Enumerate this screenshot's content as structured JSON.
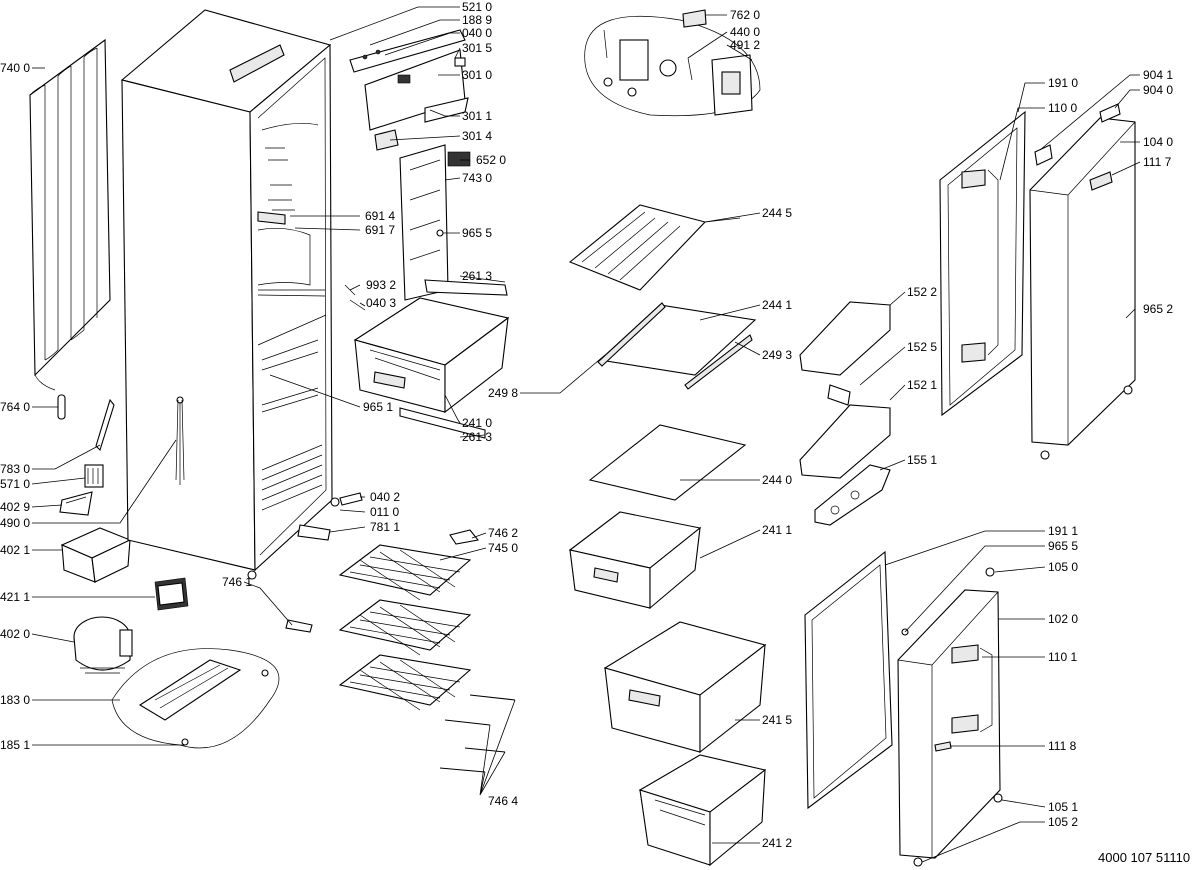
{
  "document_number": "4000 107 51110",
  "callouts": [
    {
      "id": "c5210",
      "label": "521 0"
    },
    {
      "id": "c1889",
      "label": "188 9"
    },
    {
      "id": "c0400a",
      "label": "040 0"
    },
    {
      "id": "c3015",
      "label": "301 5"
    },
    {
      "id": "c3010",
      "label": "301 0"
    },
    {
      "id": "c3011",
      "label": "301 1"
    },
    {
      "id": "c3014",
      "label": "301 4"
    },
    {
      "id": "c6520",
      "label": "652 0"
    },
    {
      "id": "c7430",
      "label": "743 0"
    },
    {
      "id": "c6914",
      "label": "691 4"
    },
    {
      "id": "c6917",
      "label": "691 7"
    },
    {
      "id": "c9655a",
      "label": "965 5"
    },
    {
      "id": "c2613a",
      "label": "261 3"
    },
    {
      "id": "c9932",
      "label": "993 2"
    },
    {
      "id": "c0403",
      "label": "040 3"
    },
    {
      "id": "c9651",
      "label": "965 1"
    },
    {
      "id": "c2410",
      "label": "241 0"
    },
    {
      "id": "c2613b",
      "label": "261 3"
    },
    {
      "id": "c0402",
      "label": "040 2"
    },
    {
      "id": "c0110",
      "label": "011 0"
    },
    {
      "id": "c7811",
      "label": "781 1"
    },
    {
      "id": "c7462",
      "label": "746 2"
    },
    {
      "id": "c7450",
      "label": "745 0"
    },
    {
      "id": "c7461",
      "label": "746 1"
    },
    {
      "id": "c7464",
      "label": "746 4"
    },
    {
      "id": "c7400",
      "label": "740 0"
    },
    {
      "id": "c7640",
      "label": "764 0"
    },
    {
      "id": "c7830",
      "label": "783 0"
    },
    {
      "id": "c5710",
      "label": "571 0"
    },
    {
      "id": "c4029",
      "label": "402 9"
    },
    {
      "id": "c4900",
      "label": "490 0"
    },
    {
      "id": "c4021",
      "label": "402 1"
    },
    {
      "id": "c4211",
      "label": "421 1"
    },
    {
      "id": "c4020",
      "label": "402 0"
    },
    {
      "id": "c1830",
      "label": "183 0"
    },
    {
      "id": "c1851",
      "label": "185 1"
    },
    {
      "id": "c7620",
      "label": "762 0"
    },
    {
      "id": "c4400",
      "label": "440 0"
    },
    {
      "id": "c4912",
      "label": "491 2"
    },
    {
      "id": "c2445",
      "label": "244 5"
    },
    {
      "id": "c2441",
      "label": "244 1"
    },
    {
      "id": "c2493",
      "label": "249 3"
    },
    {
      "id": "c2498",
      "label": "249 8"
    },
    {
      "id": "c2440",
      "label": "244 0"
    },
    {
      "id": "c2411",
      "label": "241 1"
    },
    {
      "id": "c2415",
      "label": "241 5"
    },
    {
      "id": "c2412",
      "label": "241 2"
    },
    {
      "id": "c1910",
      "label": "191 0"
    },
    {
      "id": "c1100",
      "label": "110 0"
    },
    {
      "id": "c9041",
      "label": "904 1"
    },
    {
      "id": "c9040",
      "label": "904 0"
    },
    {
      "id": "c1040",
      "label": "104 0"
    },
    {
      "id": "c1117",
      "label": "111 7"
    },
    {
      "id": "c1522",
      "label": "152 2"
    },
    {
      "id": "c1525",
      "label": "152 5"
    },
    {
      "id": "c1521",
      "label": "152 1"
    },
    {
      "id": "c1551",
      "label": "155 1"
    },
    {
      "id": "c9652",
      "label": "965 2"
    },
    {
      "id": "c1911",
      "label": "191 1"
    },
    {
      "id": "c9655b",
      "label": "965 5"
    },
    {
      "id": "c1050",
      "label": "105 0"
    },
    {
      "id": "c1020",
      "label": "102 0"
    },
    {
      "id": "c1101",
      "label": "110 1"
    },
    {
      "id": "c1118",
      "label": "111 8"
    },
    {
      "id": "c1051",
      "label": "105 1"
    },
    {
      "id": "c1052",
      "label": "105 2"
    }
  ]
}
